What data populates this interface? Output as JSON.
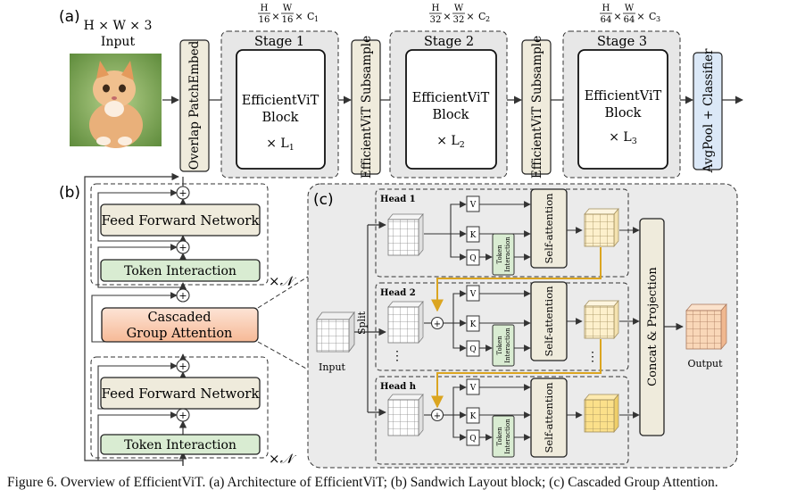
{
  "caption": "Figure 6. Overview of EfficientViT. (a) Architecture of EfficientViT; (b) Sandwich Layout block; (c) Cascaded Group Attention.",
  "panel_a": {
    "label": "(a)",
    "input_dims": "H × W × 3",
    "input_label": "Input",
    "patch_embed": "Overlap PatchEmbed",
    "stages": [
      {
        "title": "Stage 1",
        "block_line1": "EfficientViT",
        "block_line2": "Block",
        "repeat_prefix": "× L",
        "repeat_sub": "1",
        "dim_h_num": "H",
        "dim_h_den": "16",
        "dim_w_num": "W",
        "dim_w_den": "16",
        "dim_c": "C",
        "dim_c_sub": "1"
      },
      {
        "title": "Stage 2",
        "block_line1": "EfficientViT",
        "block_line2": "Block",
        "repeat_prefix": "× L",
        "repeat_sub": "2",
        "dim_h_num": "H",
        "dim_h_den": "32",
        "dim_w_num": "W",
        "dim_w_den": "32",
        "dim_c": "C",
        "dim_c_sub": "2"
      },
      {
        "title": "Stage 3",
        "block_line1": "EfficientViT",
        "block_line2": "Block",
        "repeat_prefix": "× L",
        "repeat_sub": "3",
        "dim_h_num": "H",
        "dim_h_den": "64",
        "dim_w_num": "W",
        "dim_w_den": "64",
        "dim_c": "C",
        "dim_c_sub": "3"
      }
    ],
    "times": "×",
    "subsample": "EfficientViT Subsample",
    "classifier": "AvgPool + Classifier"
  },
  "panel_b": {
    "label": "(b)",
    "ffn": "Feed Forward Network",
    "token_interaction": "Token Interaction",
    "cga_line1": "Cascaded",
    "cga_line2": "Group Attention",
    "repeat": "×𝒩",
    "plus": "+"
  },
  "panel_c": {
    "label": "(c)",
    "input": "Input",
    "split": "Split",
    "heads": [
      "Head 1",
      "Head 2",
      "Head h"
    ],
    "v": "V",
    "k": "K",
    "q": "Q",
    "token_line1": "Token",
    "token_line2": "Interaction",
    "self_attention": "Self-attention",
    "concat": "Concat & Projection",
    "output": "Output",
    "dots": "⋮",
    "plus": "+"
  },
  "colors": {
    "stage_bg": "#e7e7e7",
    "panel_bg": "#ebebeb",
    "subsample_fill": "#efebdc",
    "classifier_fill": "#dbe8f7",
    "ffn_fill": "#efebdc",
    "token_fill": "#d9ecd2",
    "cga_fill_top": "#fde4d6",
    "cga_fill_bottom": "#f6b996",
    "cascade_arrow": "#dba520"
  }
}
